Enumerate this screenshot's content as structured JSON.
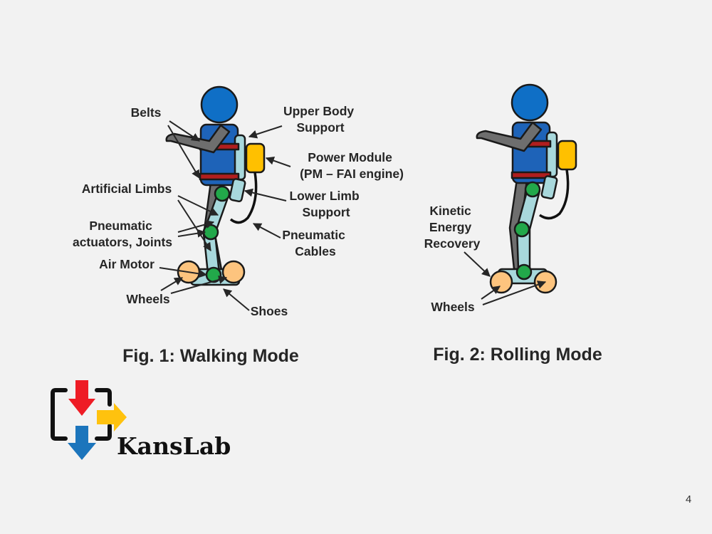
{
  "fig1": {
    "caption": "Fig.  1: Walking Mode",
    "labels": {
      "belts": "Belts",
      "upper_body_support": [
        "Upper Body",
        "Support"
      ],
      "power_module": [
        "Power Module",
        "(PM – FAI engine)"
      ],
      "artificial_limbs": "Artificial Limbs",
      "lower_limb_support": [
        "Lower Limb",
        "Support"
      ],
      "pneumatic_actuators": [
        "Pneumatic",
        "actuators, Joints"
      ],
      "pneumatic_cables": [
        "Pneumatic",
        "Cables"
      ],
      "air_motor": "Air Motor",
      "wheels": "Wheels",
      "shoes": "Shoes"
    }
  },
  "fig2": {
    "caption": "Fig.  2: Rolling Mode",
    "labels": {
      "kinetic_energy_recovery": [
        "Kinetic",
        "Energy",
        "Recovery"
      ],
      "wheels": "Wheels"
    }
  },
  "logo": {
    "name": "KansLab"
  },
  "page_number": "4",
  "colors": {
    "head": "#0f6fc6",
    "torso": "#1e63b8",
    "arm": "#6e6e6e",
    "belt": "#b01e1e",
    "power_module": "#ffc000",
    "limb": "#a8d8dc",
    "joint": "#22a84a",
    "wheel": "#fdc47e",
    "logo_red": "#ee1c25",
    "logo_yellow": "#ffc20e",
    "logo_blue": "#1c75bc"
  }
}
